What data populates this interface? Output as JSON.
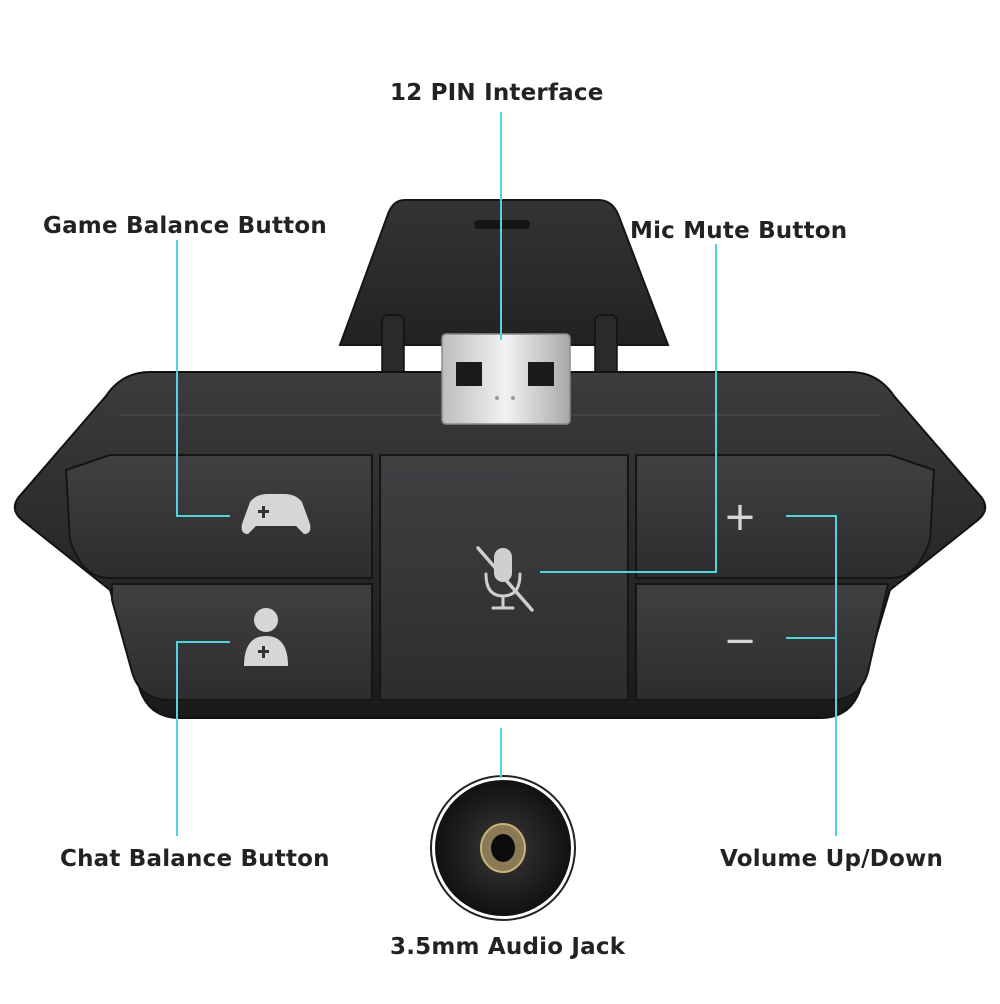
{
  "labels": {
    "pin_interface": "12 PIN Interface",
    "game_balance": "Game Balance Button",
    "mic_mute": "Mic Mute Button",
    "chat_balance": "Chat Balance Button",
    "volume": "Volume Up/Down",
    "audio_jack": "3.5mm Audio Jack"
  },
  "buttons": {
    "plus": "+",
    "minus": "−"
  },
  "icons": {
    "game_balance": "gamepad-plus-icon",
    "chat_balance": "person-plus-icon",
    "mic_mute": "mic-off-icon"
  },
  "colors": {
    "leader_line": "#4fd6dc",
    "body": "#2b2b2d",
    "button_face": "#3a3a3c",
    "label_text": "#222222"
  }
}
